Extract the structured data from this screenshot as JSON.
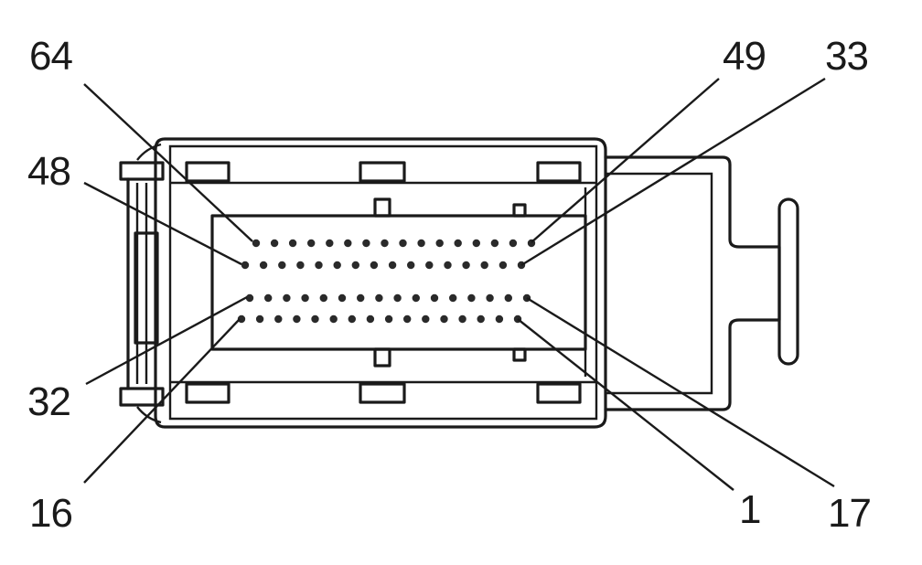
{
  "pin_labels": {
    "top_left": "64",
    "top_right_a": "49",
    "top_right_b": "33",
    "mid_left_upper": "48",
    "mid_left_lower": "32",
    "bottom_left": "16",
    "bottom_right_a": "1",
    "bottom_right_b": "17"
  },
  "connector": {
    "rows": 4,
    "pins_per_row": 16,
    "total_pins": 64
  }
}
